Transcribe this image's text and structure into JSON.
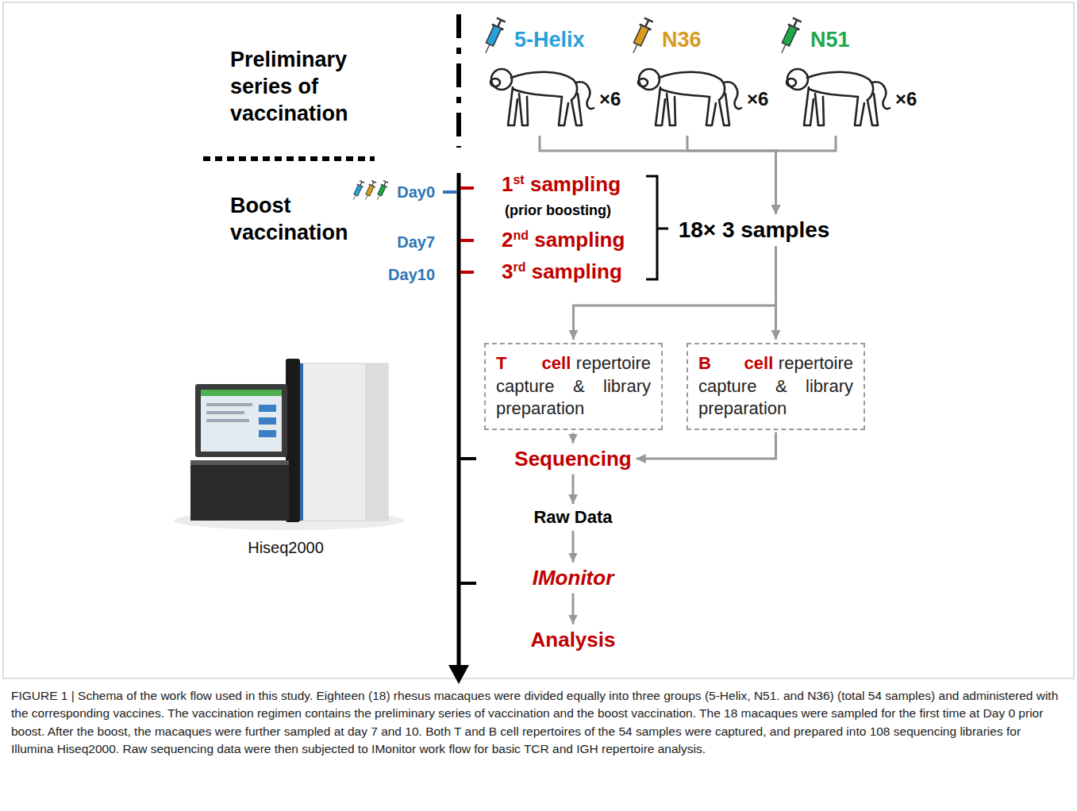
{
  "diagram": {
    "caption": "FIGURE 1 | Schema of the work flow used in this study. Eighteen (18) rhesus macaques were divided equally into three groups (5-Helix, N51. and N36) (total 54 samples) and administered with the corresponding vaccines. The vaccination regimen contains the preliminary series of vaccination and the boost vaccination. The 18 macaques were sampled for the first time at Day 0 prior boost. After the boost, the macaques were further sampled at day 7 and 10. Both T and B cell repertoires of the 54 samples were captured, and prepared into 108 sequencing libraries for Illumina Hiseq2000. Raw sequencing data were then subjected to IMonitor work flow for basic TCR and IGH repertoire analysis.",
    "nodes": [
      {
        "text": [
          "5-Helix",
          "×6"
        ]
      },
      {
        "text": [
          "N36",
          "×6"
        ]
      },
      {
        "text": [
          "N51",
          "×6"
        ]
      },
      {
        "text": [
          "18× 3 samples"
        ]
      },
      {
        "text": [
          "T cell",
          "repertoire capture & library preparation"
        ]
      },
      {
        "text": [
          "B cell",
          "repertoire capture & library preparation"
        ]
      },
      {
        "text": [
          "Sequencing"
        ]
      },
      {
        "text": [
          "Raw Data"
        ]
      },
      {
        "text": [
          "IMonitor"
        ]
      },
      {
        "text": [
          "Analysis"
        ]
      }
    ],
    "edges": [
      {
        "from": 0,
        "to": 3,
        "arrow": "to"
      },
      {
        "from": 1,
        "to": 3,
        "arrow": "to"
      },
      {
        "from": 2,
        "to": 3,
        "arrow": "to"
      },
      {
        "from": 3,
        "to": 4,
        "arrow": "to"
      },
      {
        "from": 3,
        "to": 5,
        "arrow": "to"
      },
      {
        "from": 4,
        "to": 6,
        "arrow": "to"
      },
      {
        "from": 5,
        "to": 6,
        "arrow": "to"
      },
      {
        "from": 6,
        "to": 7,
        "arrow": "to"
      },
      {
        "from": 7,
        "to": 8,
        "arrow": "to"
      },
      {
        "from": 8,
        "to": 9,
        "arrow": "to"
      }
    ],
    "labels": [
      "Preliminary series of vaccination",
      "Boost vaccination",
      "Day0",
      "Day7",
      "Day10",
      "1st sampling",
      "(prior boosting)",
      "2nd sampling",
      "3rd sampling",
      "Hiseq2000"
    ]
  }
}
